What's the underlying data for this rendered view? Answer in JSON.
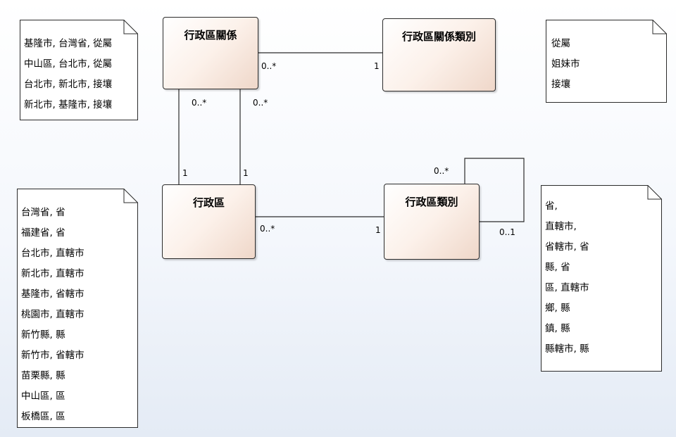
{
  "classes": {
    "admin_relation": "行政區關係",
    "admin_relation_type": "行政區關係類別",
    "admin_area": "行政區",
    "admin_area_type": "行政區類別"
  },
  "multiplicities": {
    "rel_to_reltype_src": "0..*",
    "rel_to_reltype_dst": "1",
    "rel_to_area_left_src": "0..*",
    "rel_to_area_right_src": "0..*",
    "rel_to_area_left_dst": "1",
    "rel_to_area_right_dst": "1",
    "area_to_type_src": "0..*",
    "area_to_type_dst": "1",
    "type_self_top": "0..*",
    "type_self_right": "0..1"
  },
  "notes": {
    "relation_examples": [
      "基隆市, 台灣省, 從屬",
      "中山區, 台北市, 從屬",
      "台北市, 新北市, 接壤",
      "新北市, 基隆市, 接壤"
    ],
    "relation_types": [
      "從屬",
      "姐妹市",
      "接壤"
    ],
    "area_examples": [
      "台灣省, 省",
      "福建省, 省",
      "台北市, 直轄市",
      "新北市, 直轄市",
      "基隆市, 省轄市",
      "桃園市, 直轄市",
      "新竹縣, 縣",
      "新竹市, 省轄市",
      "苗栗縣, 縣",
      "中山區, 區",
      "板橋區, 區"
    ],
    "area_types": [
      "省,",
      "直轄市,",
      "省轄市, 省",
      "縣, 省",
      "區, 直轄市",
      "鄉, 縣",
      "鎮, 縣",
      "縣轄市, 縣"
    ]
  }
}
